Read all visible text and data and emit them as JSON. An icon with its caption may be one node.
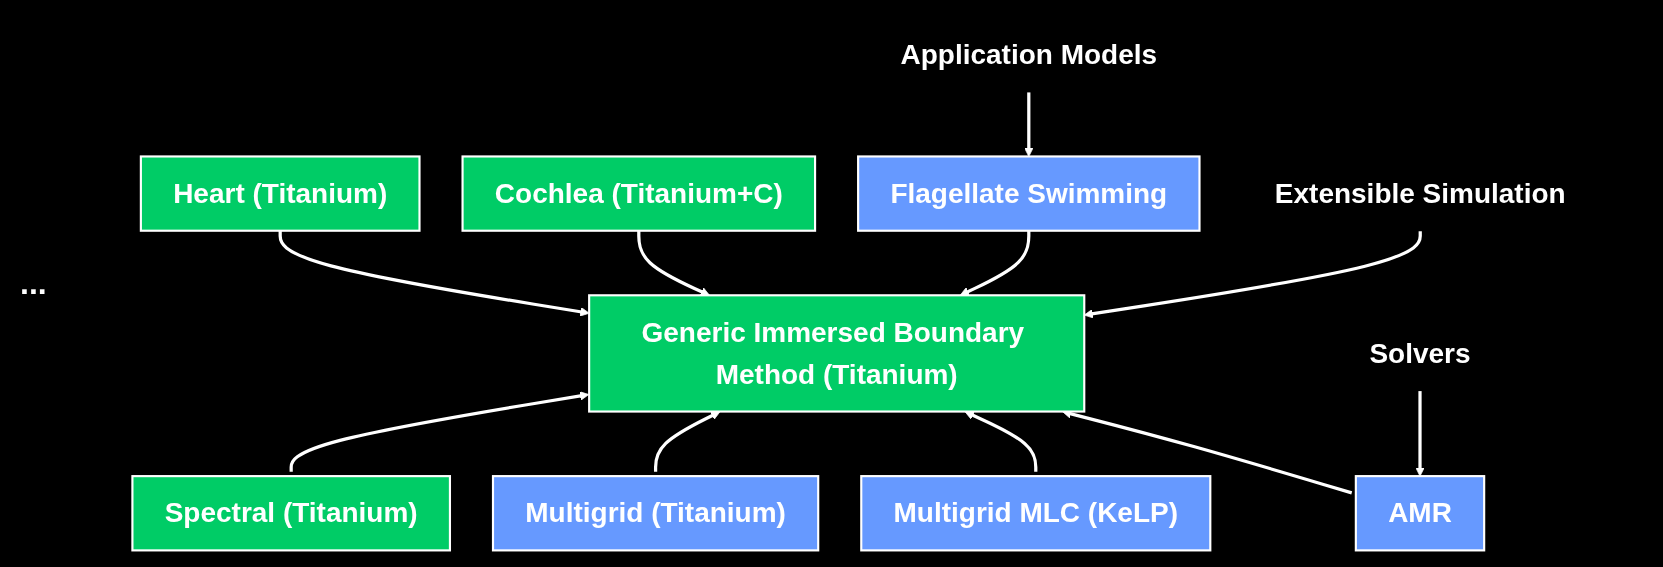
{
  "diagram": {
    "nodes": [
      {
        "text": [
          "Heart (Titanium)"
        ]
      },
      {
        "text": [
          "Cochlea (Titanium+C)"
        ]
      },
      {
        "text": [
          "Flagellate Swimming"
        ]
      },
      {
        "text": [
          "Generic Immersed Boundary Method (Titanium)"
        ]
      },
      {
        "text": [
          "Spectral (Titanium)"
        ]
      },
      {
        "text": [
          "Multigrid (Titanium)"
        ]
      },
      {
        "text": [
          "Multigrid MLC (KeLP)"
        ]
      },
      {
        "text": [
          "AMR"
        ]
      },
      {
        "text": [
          "Application Models"
        ]
      },
      {
        "text": [
          "Extensible Simulation"
        ]
      },
      {
        "text": [
          "Solvers"
        ]
      }
    ],
    "edges": [
      {
        "from": 0,
        "to": 3,
        "arrow": "to"
      },
      {
        "from": 1,
        "to": 3,
        "arrow": "to"
      },
      {
        "from": 2,
        "to": 3,
        "arrow": "to"
      },
      {
        "from": 4,
        "to": 3,
        "arrow": "to"
      },
      {
        "from": 5,
        "to": 3,
        "arrow": "to"
      },
      {
        "from": 6,
        "to": 3,
        "arrow": "to"
      },
      {
        "from": 7,
        "to": 3,
        "arrow": "to"
      },
      {
        "from": 8,
        "to": 2,
        "arrow": "to"
      },
      {
        "from": 9,
        "to": 3,
        "arrow": "to"
      },
      {
        "from": 10,
        "to": 7,
        "arrow": "to"
      }
    ],
    "labels": [
      "..."
    ]
  }
}
